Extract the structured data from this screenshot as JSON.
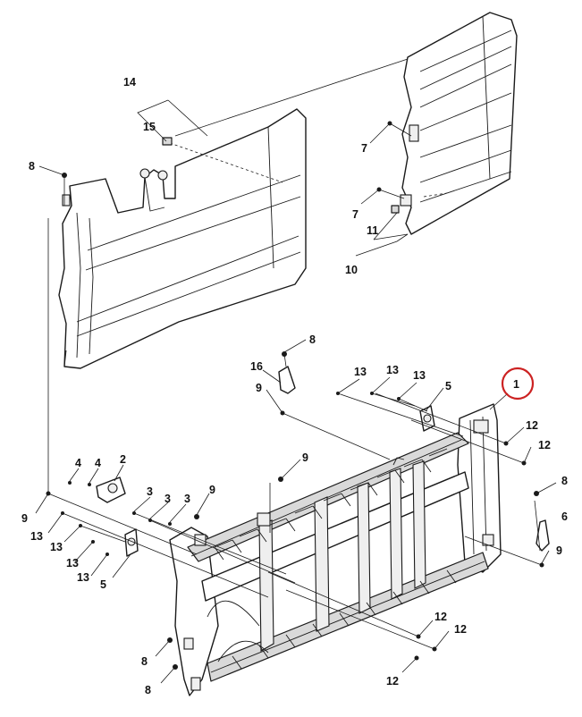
{
  "colors": {
    "line": "#1a1a1a",
    "panel_shade": "#d9d9d9",
    "highlight": "#cc2222"
  },
  "highlighted_callout": "1",
  "callouts": {
    "c14": "14",
    "c15": "15",
    "c8_top": "8",
    "c7_a": "7",
    "c7_b": "7",
    "c11": "11",
    "c10": "10",
    "c8_mid": "8",
    "c16": "16",
    "c9_mid": "9",
    "c13_a": "13",
    "c13_b": "13",
    "c13_c": "13",
    "c5_top": "5",
    "c1": "1",
    "c12_a": "12",
    "c12_b": "12",
    "c9_center": "9",
    "c4_a": "4",
    "c4_b": "4",
    "c2": "2",
    "c3_a": "3",
    "c3_b": "3",
    "c3_c": "3",
    "c9_left2": "9",
    "c9_left": "9",
    "c13_l1": "13",
    "c13_l2": "13",
    "c13_l3": "13",
    "c13_l4": "13",
    "c5_left": "5",
    "c8_right": "8",
    "c6": "6",
    "c9_right": "9",
    "c12_b1": "12",
    "c12_b2": "12",
    "c12_b3": "12",
    "c8_bl1": "8",
    "c8_bl2": "8"
  }
}
